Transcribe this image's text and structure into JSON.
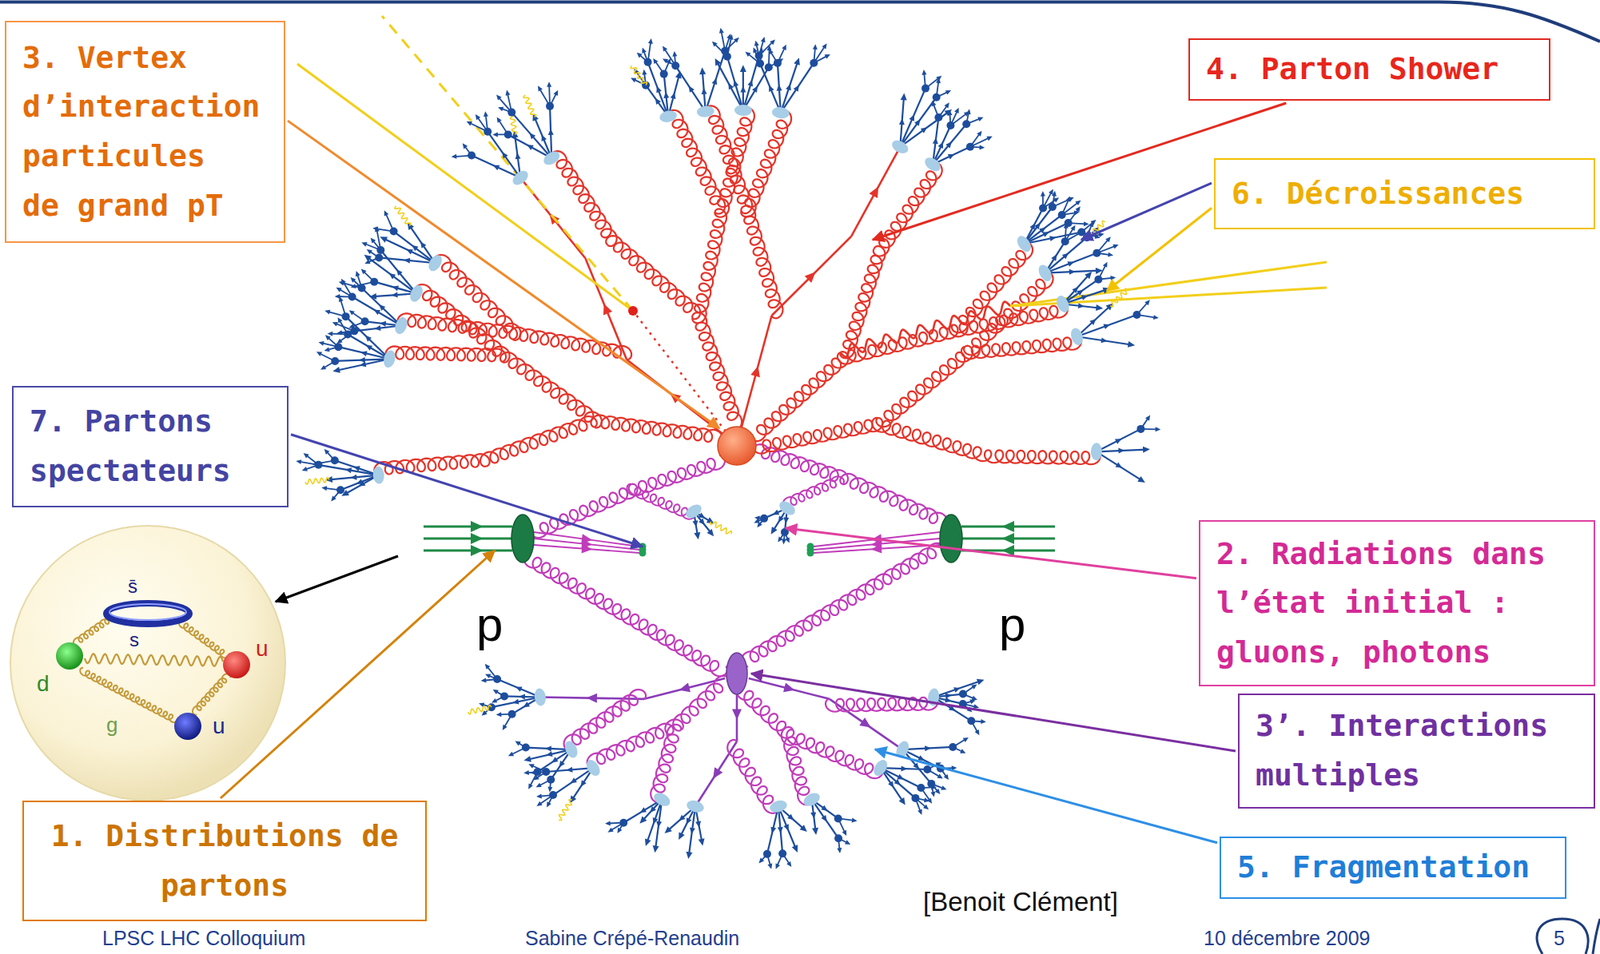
{
  "diagram": {
    "nodes": [
      {
        "text": [
          "3. Vertex d’interaction particules de grand pT"
        ]
      },
      {
        "text": [
          "4. Parton Shower"
        ]
      },
      {
        "text": [
          "6. Décroissances"
        ]
      },
      {
        "text": [
          "7. Partons spectateurs"
        ]
      },
      {
        "text": [
          "2. Radiations dans l’état initial : gluons, photons"
        ]
      },
      {
        "text": [
          "3’. Interactions multiples"
        ]
      },
      {
        "text": [
          "1. Distributions de partons"
        ]
      },
      {
        "text": [
          "5. Fragmentation"
        ]
      }
    ],
    "labels": [
      "s̄",
      "s",
      "d",
      "u",
      "g",
      "u",
      "p",
      "p",
      "[Benoit Clément]",
      "LPSC LHC Colloquium",
      "Sabine Crépé-Renaudin",
      "10 décembre 2009",
      "5"
    ]
  }
}
